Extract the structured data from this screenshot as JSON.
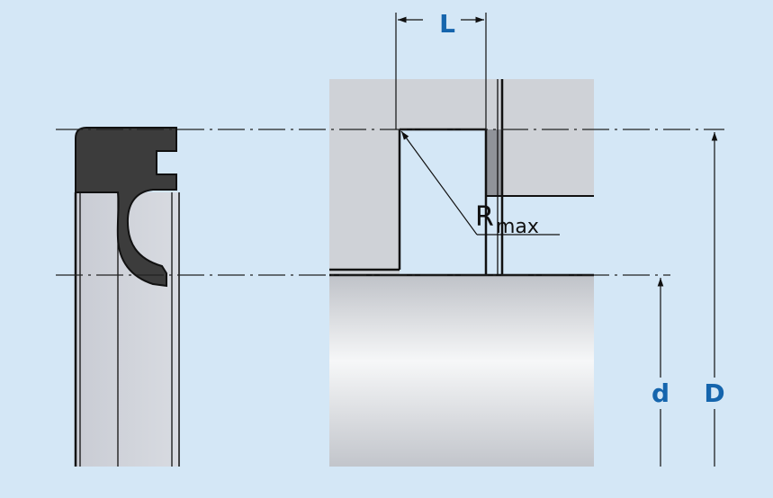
{
  "labels": {
    "length": "L",
    "radius_main": "R",
    "radius_sub": "max",
    "inner_diameter": "d",
    "outer_diameter": "D"
  },
  "colors": {
    "background": "#d4e7f6",
    "seal_profile": "#3c3c3c",
    "housing": "#cfd2d7",
    "dimension_label": "#1565ad",
    "line": "#111111"
  }
}
